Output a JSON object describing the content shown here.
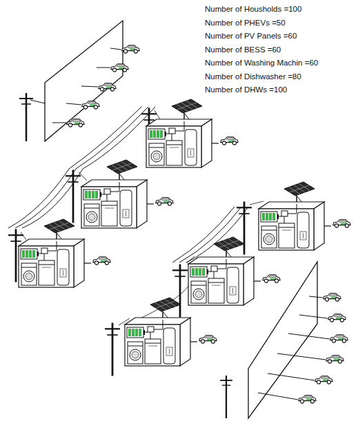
{
  "diagram": {
    "labels": [
      "Number of Housholds =100",
      "Number of PHEVs =50",
      "Number of PV Panels =60",
      "Number of BESS =60",
      "Number of Washing Machin =60",
      "Number of Dishwasher =80",
      "Number of DHWs =100"
    ]
  }
}
